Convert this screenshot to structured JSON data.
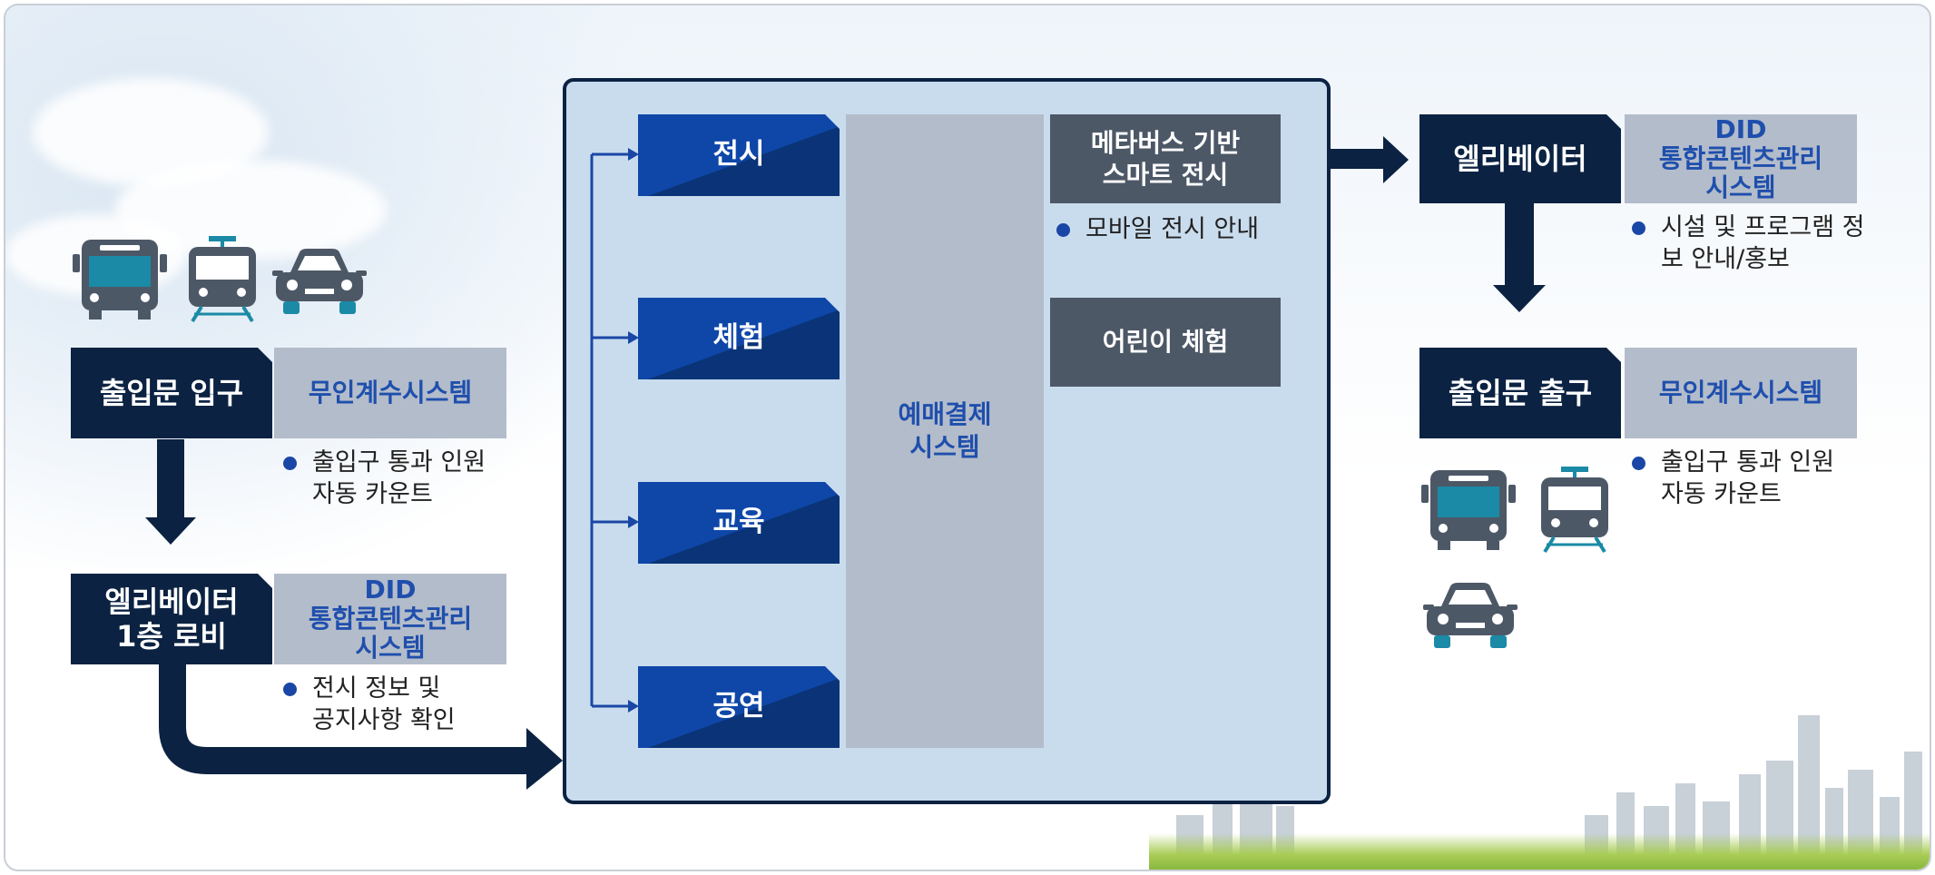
{
  "left": {
    "entrance": "출입문 입구",
    "counting_system": "무인계수시스템",
    "counting_desc": "출입구 통과 인원\n자동 카운트",
    "elevator_lobby": "엘리베이터\n1층 로비",
    "did_system": "DID\n통합콘텐츠관리\n시스템",
    "did_desc": "전시 정보 및\n공지사항 확인"
  },
  "center": {
    "items": [
      "전시",
      "체험",
      "교육",
      "공연"
    ],
    "payment": "예매결제\n시스템",
    "metaverse": "메타버스 기반\n스마트 전시",
    "metaverse_desc": "모바일 전시 안내",
    "kids": "어린이 체험"
  },
  "right": {
    "elevator": "엘리베이터",
    "did_system": "DID\n통합콘텐츠관리\n시스템",
    "did_desc": "시설 및 프로그램 정\n보 안내/홍보",
    "exit": "출입문 출구",
    "counting_system": "무인계수시스템",
    "counting_desc": "출입구 통과 인원\n자동 카운트"
  },
  "icons": [
    "bus-icon",
    "tram-icon",
    "car-icon"
  ],
  "colors": {
    "navy": "#0b2242",
    "blue": "#0e47a8",
    "gray_box": "#b3bcca",
    "slate": "#4d5867",
    "panel": "#c9dcee",
    "label_blue": "#1f4fad",
    "bullet_blue": "#1a47a6",
    "icon_teal": "#1a8aa6"
  }
}
